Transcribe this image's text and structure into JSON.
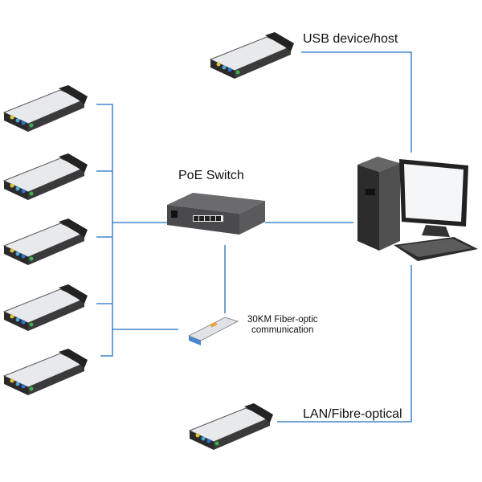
{
  "labels": {
    "usb": "USB device/host",
    "poe_switch": "PoE Switch",
    "fiber_line1": "30KM Fiber-optic",
    "fiber_line2": "communication",
    "lan": "LAN/Fibre-optical"
  },
  "colors": {
    "link": "#1f6fc1"
  }
}
